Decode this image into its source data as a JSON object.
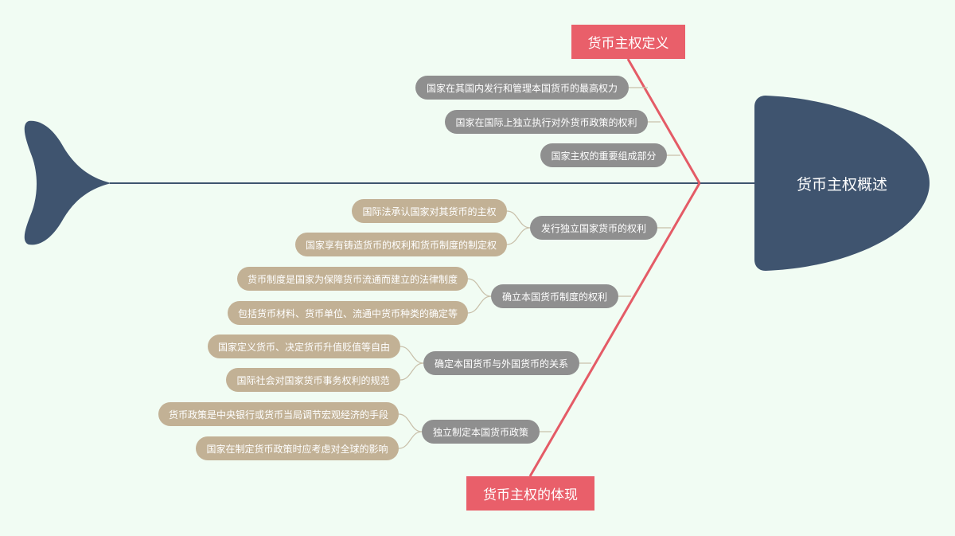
{
  "topic": "货币主权概述",
  "categories": {
    "top": "货币主权定义",
    "bottom": "货币主权的体现"
  },
  "definition_items": [
    "国家在其国内发行和管理本国货币的最高权力",
    "国家在国际上独立执行对外货币政策的权利",
    "国家主权的重要组成部分"
  ],
  "manifestations": [
    {
      "label": "发行独立国家货币的权利",
      "details": [
        "国际法承认国家对其货币的主权",
        "国家享有铸造货币的权利和货币制度的制定权"
      ]
    },
    {
      "label": "确立本国货币制度的权利",
      "details": [
        "货币制度是国家为保障货币流通而建立的法律制度",
        "包括货币材料、货币单位、流通中货币种类的确定等"
      ]
    },
    {
      "label": "确定本国货币与外国货币的关系",
      "details": [
        "国家定义货币、决定货币升值贬值等自由",
        "国际社会对国家货币事务权利的规范"
      ]
    },
    {
      "label": "独立制定本国货币政策",
      "details": [
        "货币政策是中央银行或货币当局调节宏观经济的手段",
        "国家在制定货币政策时应考虑对全球的影响"
      ]
    }
  ],
  "colors": {
    "background": "#f1fcf3",
    "fish": "#3f546f",
    "spine": "#3f546f",
    "bone": "#e45b66",
    "category": "#e95f6a",
    "gray_pill": "#8f8f8f",
    "tan_pill": "#c2b195"
  }
}
